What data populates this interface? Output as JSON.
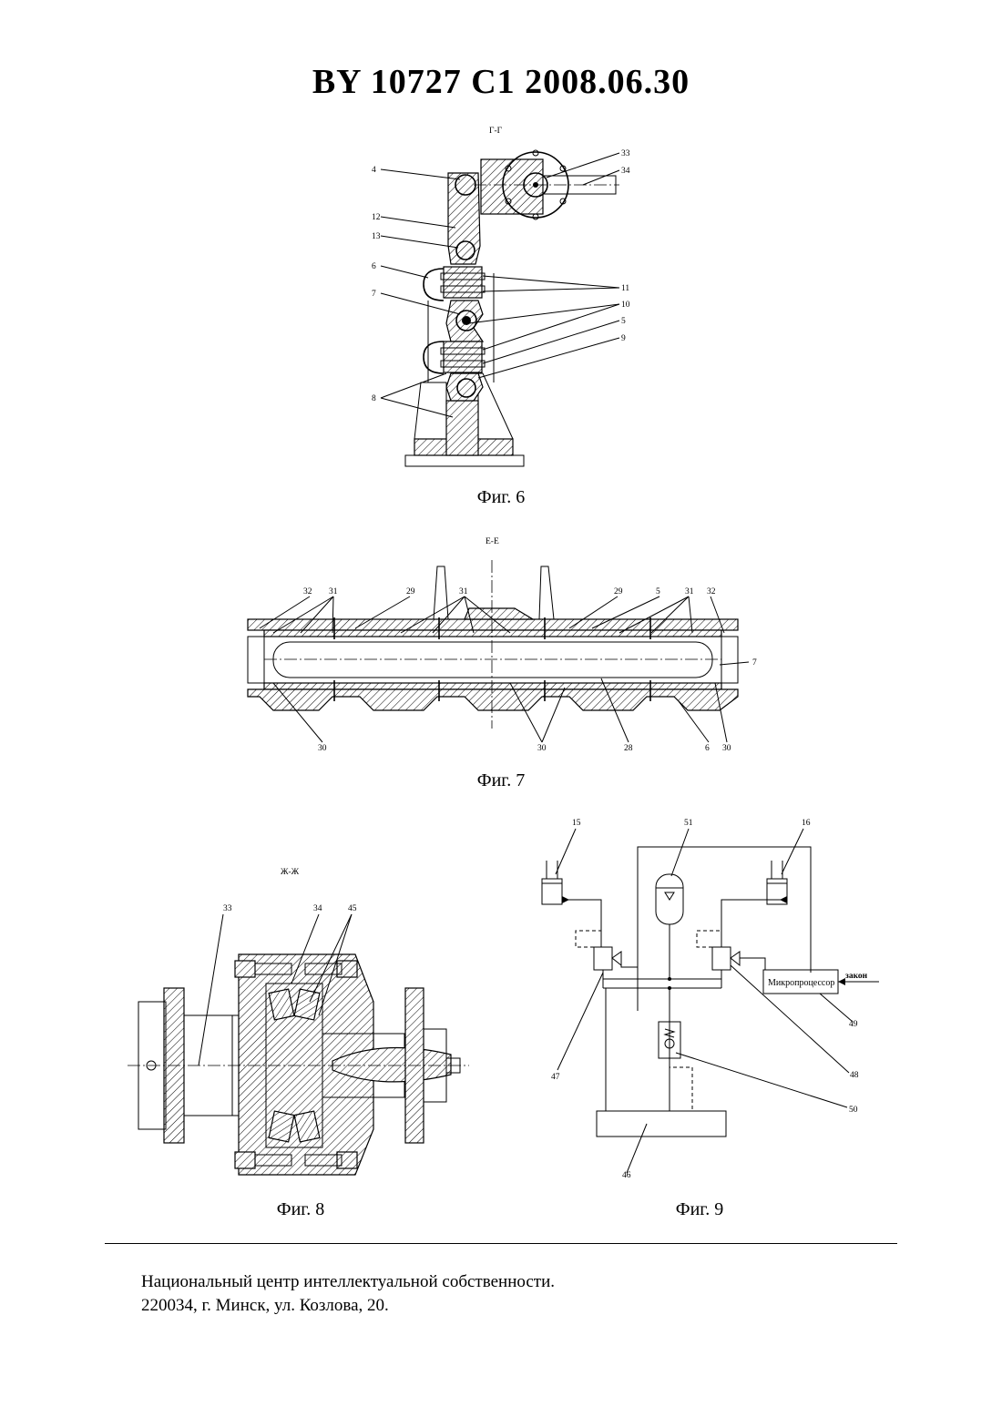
{
  "header": {
    "title": "BY 10727 C1 2008.06.30"
  },
  "fig6": {
    "caption": "Фиг. 6",
    "section": "Г-Г",
    "labels_left": [
      "4",
      "12",
      "13",
      "6",
      "7",
      "8"
    ],
    "labels_right": [
      "33",
      "34",
      "11",
      "10",
      "5",
      "9"
    ]
  },
  "fig7": {
    "caption": "Фиг. 7",
    "section": "Е-Е",
    "labels_top": [
      "32",
      "31",
      "29",
      "31",
      "29",
      "5",
      "31",
      "32"
    ],
    "labels_bottom": [
      "30",
      "30",
      "28",
      "6",
      "30"
    ],
    "label_right": "7"
  },
  "fig8": {
    "caption": "Фиг. 8",
    "section": "Ж-Ж",
    "labels": [
      "33",
      "34",
      "45"
    ]
  },
  "fig9": {
    "caption": "Фиг. 9",
    "labels": [
      "15",
      "51",
      "16",
      "47",
      "48",
      "49",
      "50",
      "46"
    ],
    "processor": "Микропроцессор",
    "input": "закон"
  },
  "footer": {
    "line1": "Национальный центр интеллектуальной собственности.",
    "line2": "220034, г. Минск, ул. Козлова, 20."
  }
}
